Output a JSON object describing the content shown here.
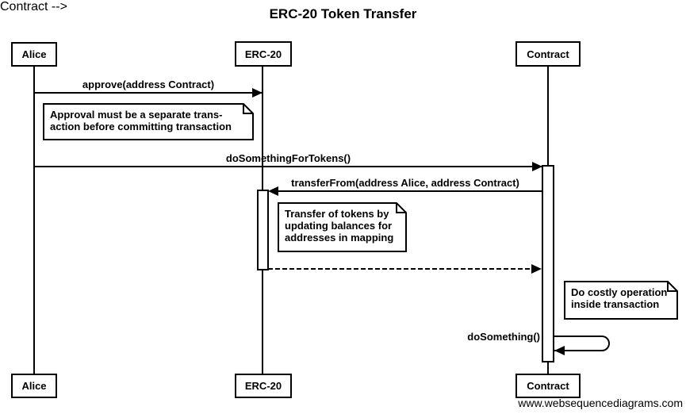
{
  "diagram": {
    "title": "ERC-20 Token Transfer",
    "watermark": "www.websequencediagrams.com"
  },
  "actors": {
    "alice": "Alice",
    "erc20": "ERC-20",
    "contract": "Contract"
  },
  "messages": {
    "approve": "approve(address Contract)",
    "do_something_for_tokens": "doSomethingForTokens()",
    "transfer_from": "transferFrom(address Alice, address Contract)",
    "do_something": "doSomething()"
  },
  "notes": {
    "approval": {
      "line1": "Approval must be a separate trans-",
      "line2": "action before committing transaction"
    },
    "transfer": {
      "line1": "Transfer of tokens by",
      "line2": "updating balances for",
      "line3": "addresses in mapping"
    },
    "costly": {
      "line1": "Do costly operation",
      "line2": "inside transaction"
    }
  },
  "colors": {
    "line": "#000000",
    "fill": "#ffffff",
    "background": "#ffffff"
  }
}
